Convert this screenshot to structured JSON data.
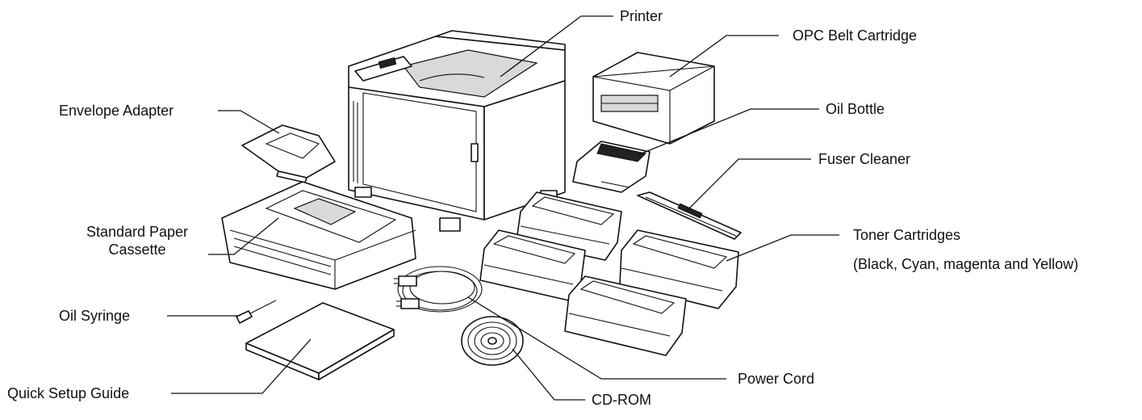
{
  "labels": {
    "printer": "Printer",
    "opc_belt_cartridge": "OPC Belt Cartridge",
    "oil_bottle": "Oil Bottle",
    "envelope_adapter": "Envelope Adapter",
    "fuser_cleaner": "Fuser Cleaner",
    "standard_paper_cassette_line1": "Standard Paper",
    "standard_paper_cassette_line2": "Cassette",
    "toner_cartridges_line1": "Toner Cartridges",
    "toner_cartridges_line2": "(Black, Cyan, magenta and Yellow)",
    "oil_syringe": "Oil Syringe",
    "quick_setup_guide": "Quick Setup Guide",
    "power_cord": "Power Cord",
    "cd_rom": "CD-ROM"
  },
  "colors": {
    "line": "#111111",
    "background": "#ffffff"
  }
}
